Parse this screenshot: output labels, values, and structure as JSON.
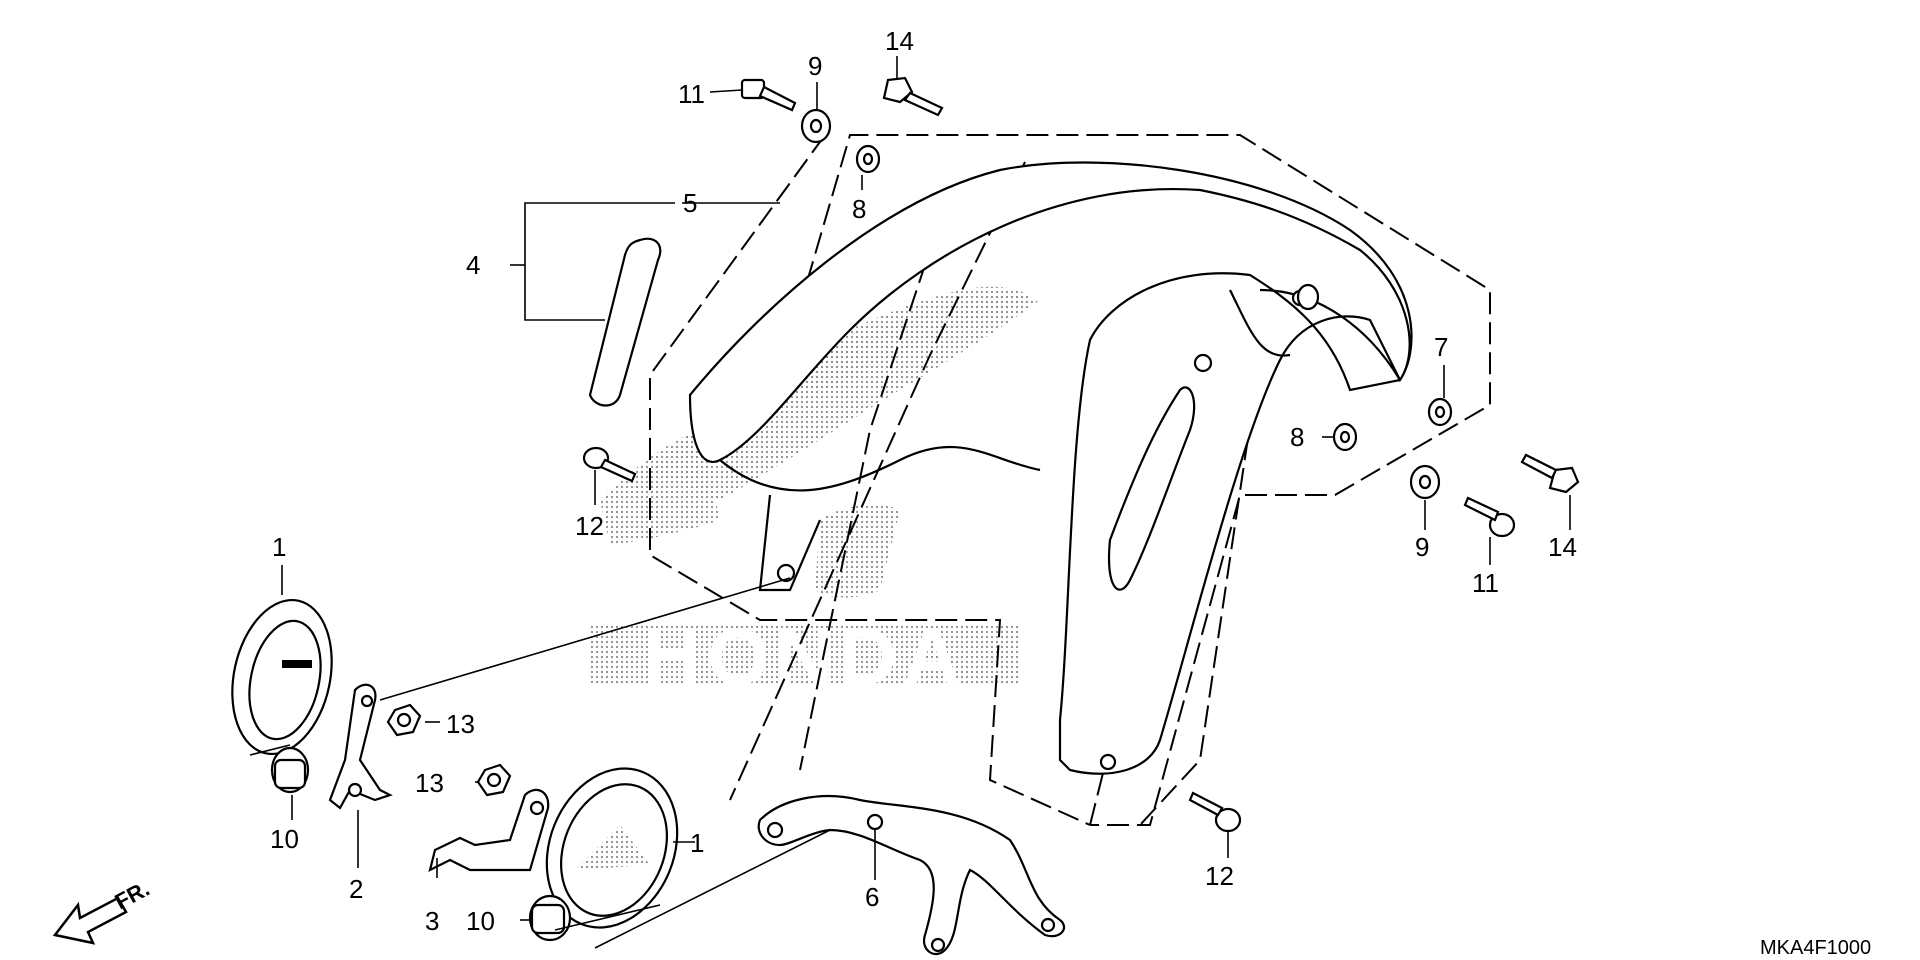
{
  "diagram_code": "MKA4F1000",
  "direction_label": "FR.",
  "watermark_text": "HONDA",
  "callouts": {
    "c1a": "1",
    "c1b": "1",
    "c2": "2",
    "c3": "3",
    "c4": "4",
    "c5": "5",
    "c6": "6",
    "c7": "7",
    "c8a": "8",
    "c8b": "8",
    "c9a": "9",
    "c9b": "9",
    "c10a": "10",
    "c10b": "10",
    "c11a": "11",
    "c11b": "11",
    "c12a": "12",
    "c12b": "12",
    "c13a": "13",
    "c13b": "13",
    "c14a": "14",
    "c14b": "14"
  },
  "icons": {
    "direction": "arrow-front-icon",
    "logo": "honda-wing-watermark"
  }
}
